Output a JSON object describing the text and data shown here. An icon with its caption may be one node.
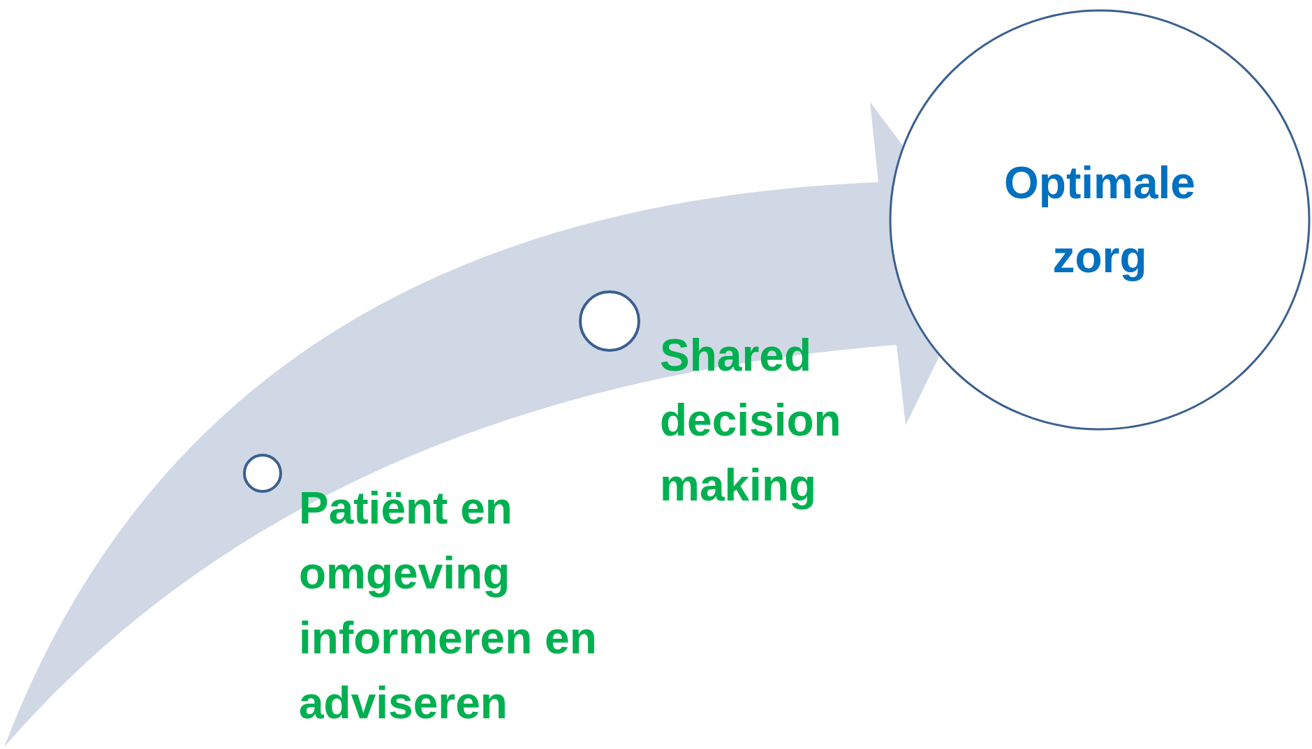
{
  "diagram": {
    "nodes": [
      {
        "text": [],
        "shape": "circle",
        "beside": [
          "Patiënt en omgeving informeren en adviseren"
        ]
      },
      {
        "text": [],
        "shape": "circle",
        "beside": [
          "Shared decision making"
        ]
      },
      {
        "text": [
          "Optimale zorg"
        ]
      }
    ]
  }
}
